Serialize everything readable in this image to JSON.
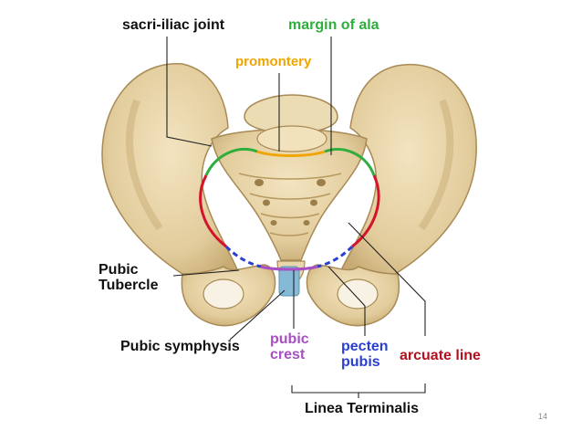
{
  "labels": {
    "sacroiliac": "sacri-iliac joint",
    "margin_ala": "margin of ala",
    "promontery": "promontery",
    "pubic_tubercle_line1": "Pubic",
    "pubic_tubercle_line2": "Tubercle",
    "pubic_symphysis": "Pubic symphysis",
    "pubic_crest_line1": "pubic",
    "pubic_crest_line2": "crest",
    "pecten_line1": "pecten",
    "pecten_line2": "pubis",
    "arcuate_line": "arcuate line",
    "linea_terminalis": "Linea Terminalis"
  },
  "page_number": "14",
  "colors": {
    "bone": "#e6d3a8",
    "bone_shadow": "#b89a64",
    "margin_ala": "#2fae3d",
    "promontery": "#f0a500",
    "pubic_crest": "#a74fc3",
    "pecten_pubis": "#2a3fd1",
    "arcuate_line": "#d3142a",
    "symphysis": "#86b9d6",
    "text": "#111111"
  }
}
